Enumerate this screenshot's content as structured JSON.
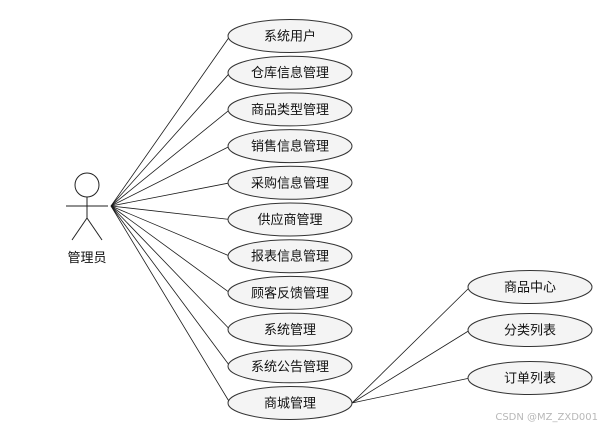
{
  "actor": {
    "label": "管理员"
  },
  "functions": [
    "系统用户",
    "仓库信息管理",
    "商品类型管理",
    "销售信息管理",
    "采购信息管理",
    "供应商管理",
    "报表信息管理",
    "顾客反馈管理",
    "系统管理",
    "系统公告管理",
    "商城管理"
  ],
  "mall_children": [
    "商品中心",
    "分类列表",
    "订单列表"
  ],
  "watermark": "CSDN @MZ_ZXD001"
}
